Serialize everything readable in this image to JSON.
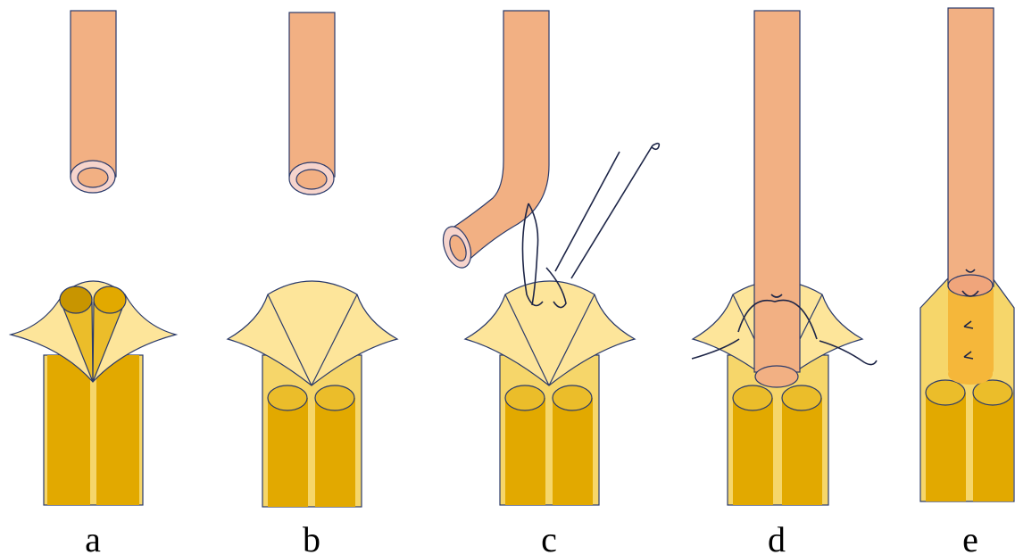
{
  "figure": {
    "panels": [
      {
        "id": "a",
        "label": "a"
      },
      {
        "id": "b",
        "label": "b"
      },
      {
        "id": "c",
        "label": "c"
      },
      {
        "id": "d",
        "label": "d"
      },
      {
        "id": "e",
        "label": "e"
      }
    ],
    "colors": {
      "tube": "#f2b083",
      "tube_outline": "#3c4f8a",
      "tube_lumen_ring": "#f6d4cc",
      "cuff_light": "#fde59a",
      "cuff_mid": "#f6d66a",
      "trunk_dark": "#e2a900",
      "trunk_top": "#ebbd2a",
      "lumen_dark": "#c89500",
      "suture": "#1d2547"
    }
  }
}
